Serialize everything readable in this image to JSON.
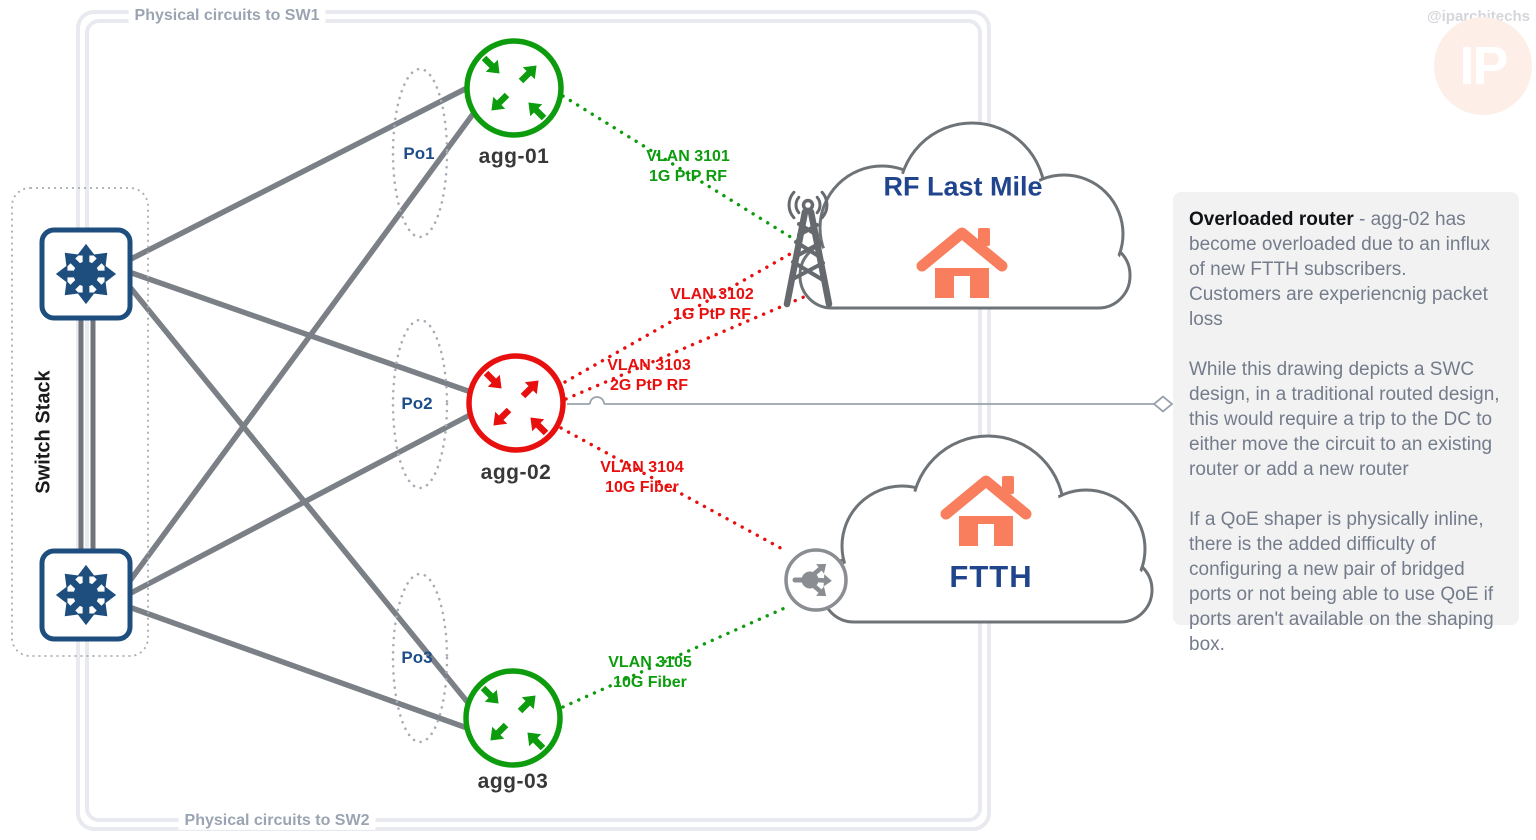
{
  "diagram_title_labels": {
    "top": "Physical circuits to SW1",
    "bottom": "Physical circuits to SW2"
  },
  "switch_stack": {
    "label": "Switch Stack"
  },
  "port_channels": [
    {
      "label": "Po1"
    },
    {
      "label": "Po2"
    },
    {
      "label": "Po3"
    }
  ],
  "routers": [
    {
      "label": "agg-01",
      "status_color": "#0d9c0d"
    },
    {
      "label": "agg-02",
      "status_color": "#e8100f"
    },
    {
      "label": "agg-03",
      "status_color": "#0d9c0d"
    }
  ],
  "circuits": [
    {
      "vlan": "VLAN 3101",
      "bandwidth": "1G PtP RF",
      "color": "#0d9c0d",
      "from": "agg-01",
      "to": "RF Last Mile"
    },
    {
      "vlan": "VLAN 3102",
      "bandwidth": "1G PtP RF",
      "color": "#e8100f",
      "from": "agg-02",
      "to": "RF Last Mile"
    },
    {
      "vlan": "VLAN 3103",
      "bandwidth": "2G PtP RF",
      "color": "#e8100f",
      "from": "agg-02",
      "to": "RF Last Mile"
    },
    {
      "vlan": "VLAN 3104",
      "bandwidth": "10G Fiber",
      "color": "#e8100f",
      "from": "agg-02",
      "to": "FTTH"
    },
    {
      "vlan": "VLAN 3105",
      "bandwidth": "10G Fiber",
      "color": "#0d9c0d",
      "from": "agg-03",
      "to": "FTTH"
    }
  ],
  "clouds": [
    {
      "title": "RF Last Mile"
    },
    {
      "title": "FTTH"
    }
  ],
  "note_panel": {
    "heading": "Overloaded router",
    "p1_rest": " - agg-02 has become  overloaded due to an influx of new FTTH subscribers.",
    "p1_line2": "Customers are experiencnig packet loss",
    "p2": "While this drawing depicts a SWC design, in a traditional routed design, this would require a trip to the DC to either move the  circuit to an existing router or add a new router",
    "p3": "If a QoE shaper is physically inline, there is the added difficulty of configuring a new pair of bridged ports or not being able to use QoE if ports aren't available on the shaping box."
  },
  "watermark": {
    "handle": "@iparchitechs",
    "logo": "IP"
  },
  "colors": {
    "green": "#0d9c0d",
    "red": "#e8100f",
    "blue": "#1d4e89",
    "switch_blue": "#1d4e7e",
    "orange": "#f87e5d",
    "line_gray": "#7b8087",
    "frame_gray": "#e8eaf0",
    "panel_bg": "#f2f2f3",
    "panel_text": "#747c8b"
  }
}
